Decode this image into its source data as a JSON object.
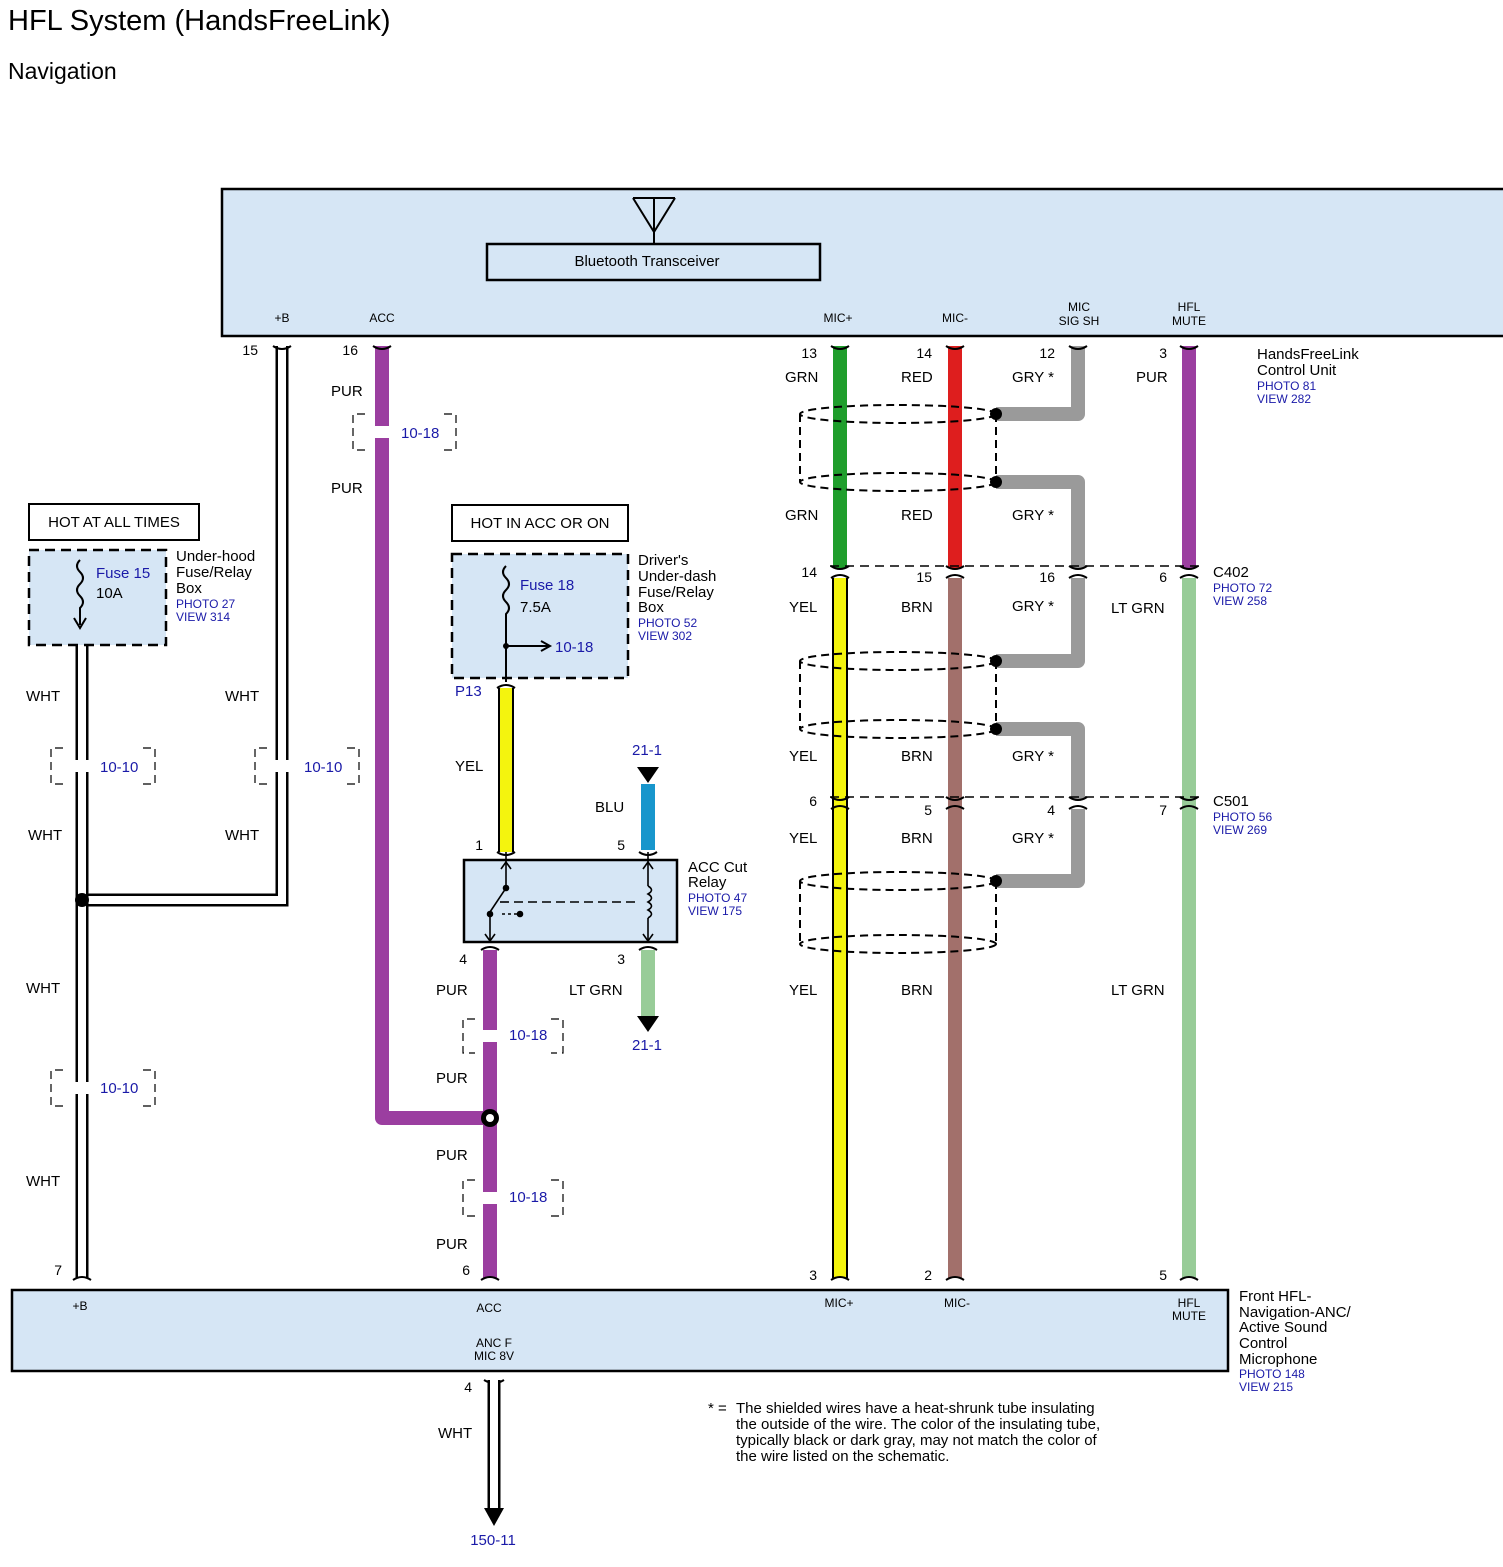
{
  "title": "HFL System (HandsFreeLink)",
  "subtitle": "Navigation",
  "hfl_unit": {
    "name_line1": "HandsFreeLink",
    "name_line2": "Control Unit",
    "photo": "PHOTO 81",
    "view": "VIEW 282",
    "transceiver": "Bluetooth Transceiver",
    "sig_b": "+B",
    "sig_acc": "ACC",
    "sig_micp": "MIC+",
    "sig_micm": "MIC-",
    "sig_micsig1": "MIC",
    "sig_micsig2": "SIG SH",
    "sig_hfl1": "HFL",
    "sig_hfl2": "MUTE"
  },
  "pins_top": {
    "b": "15",
    "acc": "16",
    "micp": "13",
    "micm": "14",
    "micsig": "12",
    "hfl": "3"
  },
  "wire_colors": {
    "pur": "PUR",
    "wht": "WHT",
    "yel": "YEL",
    "blu": "BLU",
    "grn": "GRN",
    "red": "RED",
    "gry": "GRY *",
    "brn": "BRN",
    "ltgrn": "LT GRN"
  },
  "hot_all": "HOT AT ALL TIMES",
  "hot_acc": "HOT IN ACC OR ON",
  "underhood": {
    "l1": "Under-hood",
    "l2": "Fuse/Relay",
    "l3": "Box",
    "photo": "PHOTO 27",
    "view": "VIEW 314",
    "fuse": "Fuse 15",
    "amp": "10A"
  },
  "underdash": {
    "l1": "Driver's",
    "l2": "Under-dash",
    "l3": "Fuse/Relay",
    "l4": "Box",
    "photo": "PHOTO 52",
    "view": "VIEW 302",
    "fuse": "Fuse 18",
    "amp": "7.5A",
    "ref": "10-18",
    "pin": "P13"
  },
  "relay": {
    "l1": "ACC Cut",
    "l2": "Relay",
    "photo": "PHOTO 47",
    "view": "VIEW 175",
    "pin1": "1",
    "pin5": "5",
    "pin4": "4",
    "pin3": "3"
  },
  "refs": {
    "r1018": "10-18",
    "r1010": "10-10",
    "r211": "21-1",
    "r15011": "150-11"
  },
  "c402": {
    "name": "C402",
    "photo": "PHOTO 72",
    "view": "VIEW 258",
    "micp": "14",
    "micm": "15",
    "micsig": "16",
    "hfl": "6"
  },
  "c501": {
    "name": "C501",
    "photo": "PHOTO 56",
    "view": "VIEW 269",
    "micp": "6",
    "micm": "5",
    "micsig": "4",
    "hfl": "7"
  },
  "mic_unit": {
    "l1": "Front HFL-",
    "l2": "Navigation-ANC/",
    "l3": "Active Sound",
    "l4": "Control",
    "l5": "Microphone",
    "photo": "PHOTO 148",
    "view": "VIEW 215",
    "sig_b": "+B",
    "sig_acc": "ACC",
    "sig_micp": "MIC+",
    "sig_micm": "MIC-",
    "sig_hfl1": "HFL",
    "sig_hfl2": "MUTE",
    "sig_anc1": "ANC F",
    "sig_anc2": "MIC 8V",
    "pin_b": "7",
    "pin_acc": "6",
    "pin_micp": "3",
    "pin_micm": "2",
    "pin_hfl": "5",
    "pin_anc": "4"
  },
  "note": {
    "star": "* =",
    "l1": "The shielded wires have a heat-shrunk tube insulating",
    "l2": "the outside of the wire. The color of the insulating tube,",
    "l3": "typically black or dark gray, may not match the color of",
    "l4": "the wire listed on the schematic."
  },
  "colors": {
    "box_fill": "#d6e6f5",
    "purple": "#9b3ea0",
    "green": "#1f9e2c",
    "red": "#de1e1e",
    "yellow": "#f4f40e",
    "brown": "#a2706b",
    "ltgreen": "#98cc98",
    "gray": "#9a9a9a",
    "blue": "#1896cc",
    "label_blue": "#1a1aa8"
  }
}
